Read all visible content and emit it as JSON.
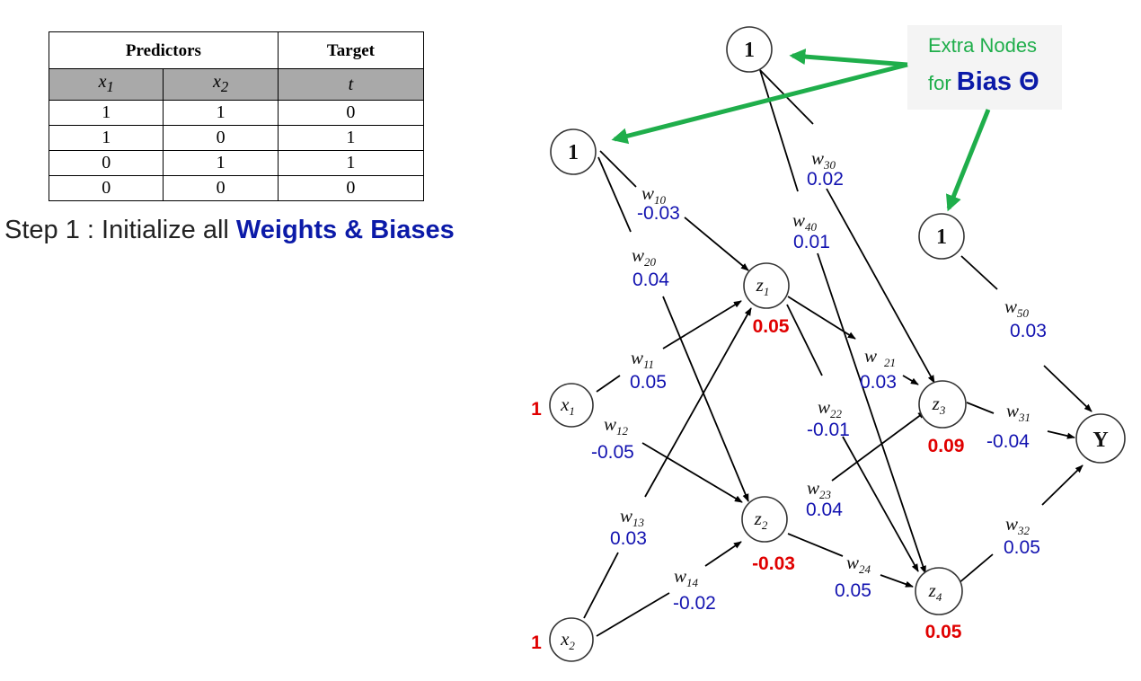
{
  "table": {
    "headers": {
      "predictors": "Predictors",
      "target": "Target"
    },
    "variables": [
      {
        "base": "x",
        "sub": "1"
      },
      {
        "base": "x",
        "sub": "2"
      },
      {
        "base": "t",
        "sub": ""
      }
    ],
    "rows": [
      [
        "1",
        "1",
        "0"
      ],
      [
        "1",
        "0",
        "1"
      ],
      [
        "0",
        "1",
        "1"
      ],
      [
        "0",
        "0",
        "0"
      ]
    ]
  },
  "step": {
    "prefix": "Step 1 : Initialize all ",
    "highlight": "Weights & Biases"
  },
  "callout": {
    "line1": "Extra Nodes",
    "line2_prefix": "for ",
    "line2_bold": "Bias Θ"
  },
  "network": {
    "bias_nodes": {
      "top": "1",
      "left": "1",
      "right": "1"
    },
    "inputs": {
      "x1": {
        "base": "x",
        "sub": "1",
        "value": "1"
      },
      "x2": {
        "base": "x",
        "sub": "2",
        "value": "1"
      }
    },
    "hidden": {
      "z1": {
        "base": "z",
        "sub": "1",
        "value": "0.05"
      },
      "z2": {
        "base": "z",
        "sub": "2",
        "value": "-0.03"
      },
      "z3": {
        "base": "z",
        "sub": "3",
        "value": "0.09"
      },
      "z4": {
        "base": "z",
        "sub": "4",
        "value": "0.05"
      }
    },
    "output": {
      "label": "Y"
    },
    "weights": {
      "w10": {
        "base": "w",
        "sub": "10",
        "value": "-0.03"
      },
      "w20": {
        "base": "w",
        "sub": "20",
        "value": "0.04"
      },
      "w30": {
        "base": "w",
        "sub": "30",
        "value": "0.02"
      },
      "w40": {
        "base": "w",
        "sub": "40",
        "value": "0.01"
      },
      "w50": {
        "base": "w",
        "sub": "50",
        "value": "0.03"
      },
      "w11": {
        "base": "w",
        "sub": "11",
        "value": "0.05"
      },
      "w12": {
        "base": "w",
        "sub": "12",
        "value": "-0.05"
      },
      "w13": {
        "base": "w",
        "sub": "13",
        "value": "0.03"
      },
      "w14": {
        "base": "w",
        "sub": "14",
        "value": "-0.02"
      },
      "w21": {
        "base": "w",
        "sub": "21",
        "value": "0.03"
      },
      "w22": {
        "base": "w",
        "sub": "22",
        "value": "-0.01"
      },
      "w23": {
        "base": "w",
        "sub": "23",
        "value": "0.04"
      },
      "w24": {
        "base": "w",
        "sub": "24",
        "value": "0.05"
      },
      "w31": {
        "base": "w",
        "sub": "31",
        "value": "-0.04"
      },
      "w32": {
        "base": "w",
        "sub": "32",
        "value": "0.05"
      }
    }
  },
  "colors": {
    "weight_value": "#1212b0",
    "node_value": "#e00000",
    "callout_green": "#1fae4b",
    "highlight_blue": "#0b1aa8"
  }
}
